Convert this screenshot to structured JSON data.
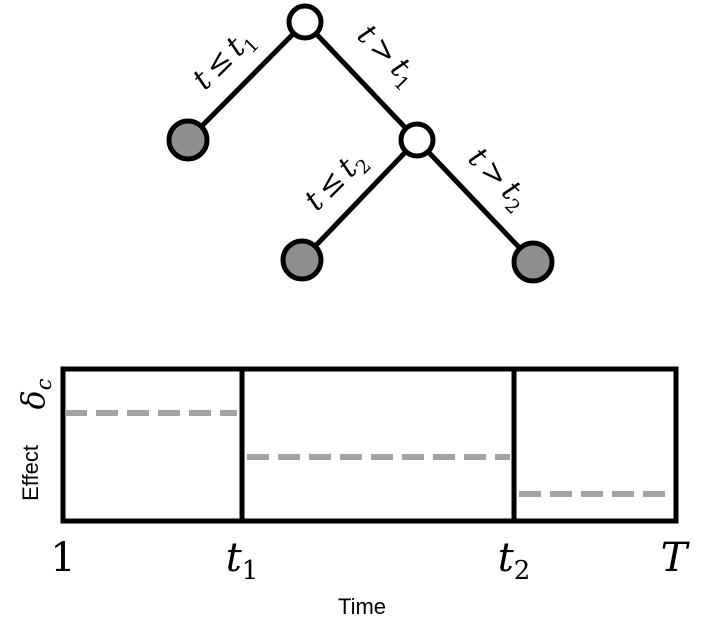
{
  "tree": {
    "edges": [
      {
        "name": "t",
        "op": "≤",
        "threshold": "t",
        "sub": "1"
      },
      {
        "name": "t",
        "op": ">",
        "threshold": "t",
        "sub": "1"
      },
      {
        "name": "t",
        "op": "≤",
        "threshold": "t",
        "sub": "2"
      },
      {
        "name": "t",
        "op": ">",
        "threshold": "t",
        "sub": "2"
      }
    ]
  },
  "plot": {
    "ylabel_text": "Effect",
    "ylabel_symbol": "δ",
    "ylabel_symbol_sub": "c",
    "xlabel": "Time",
    "ticks": [
      {
        "main": "1",
        "sub": ""
      },
      {
        "main": "t",
        "sub": "1"
      },
      {
        "main": "t",
        "sub": "2"
      },
      {
        "main": "T",
        "sub": ""
      }
    ]
  },
  "colors": {
    "leaf": "#8f8f8f",
    "internal": "#ffffff",
    "effect_line": "#a3a3a3"
  }
}
